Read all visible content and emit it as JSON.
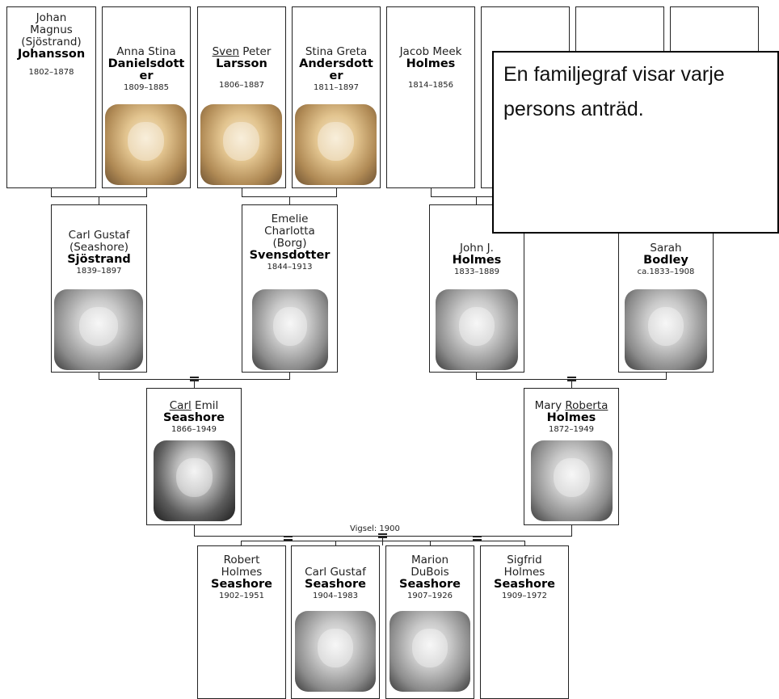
{
  "generation1": [
    {
      "given": "Johan Magnus (Sjöstrand)",
      "surname": "Johansson",
      "dates": "1802–1878"
    },
    {
      "given_ul": "",
      "given": "Anna Stina",
      "surname": "Danielsdott er",
      "dates": "1809–1885"
    },
    {
      "given_ul": "Sven",
      "given": " Peter",
      "surname": "Larsson",
      "dates": "1806–1887"
    },
    {
      "given": "Stina Greta",
      "surname": "Andersdott er",
      "dates": "1811–1897"
    },
    {
      "given": "Jacob Meek",
      "surname": "Holmes",
      "dates": "1814–1856"
    }
  ],
  "generation2": [
    {
      "given": "Carl Gustaf (Seashore)",
      "surname": "Sjöstrand",
      "dates": "1839–1897"
    },
    {
      "given": "Emelie Charlotta (Borg)",
      "surname": "Svensdotter",
      "dates": "1844–1913"
    },
    {
      "given": "John J.",
      "surname": "Holmes",
      "dates": "1833–1889"
    },
    {
      "given": "Sarah",
      "surname": "Bodley",
      "dates": "ca.1833–1908"
    }
  ],
  "generation3": [
    {
      "given_ul": "Carl",
      "given": " Emil",
      "surname": "Seashore",
      "dates": "1866–1949"
    },
    {
      "given_pre": "Mary ",
      "given_ul": "Roberta",
      "surname": "Holmes",
      "dates": "1872–1949"
    }
  ],
  "marriage_label": "Vigsel: 1900",
  "generation4": [
    {
      "given": "Robert Holmes",
      "surname": "Seashore",
      "dates": "1902–1951"
    },
    {
      "given": "Carl Gustaf",
      "surname": "Seashore",
      "dates": "1904–1983"
    },
    {
      "given": "Marion DuBois",
      "surname": "Seashore",
      "dates": "1907–1926"
    },
    {
      "given": "Sigfrid Holmes",
      "surname": "Seashore",
      "dates": "1909–1972"
    }
  ],
  "callout": {
    "text": "En familjegraf visar varje persons anträd."
  }
}
